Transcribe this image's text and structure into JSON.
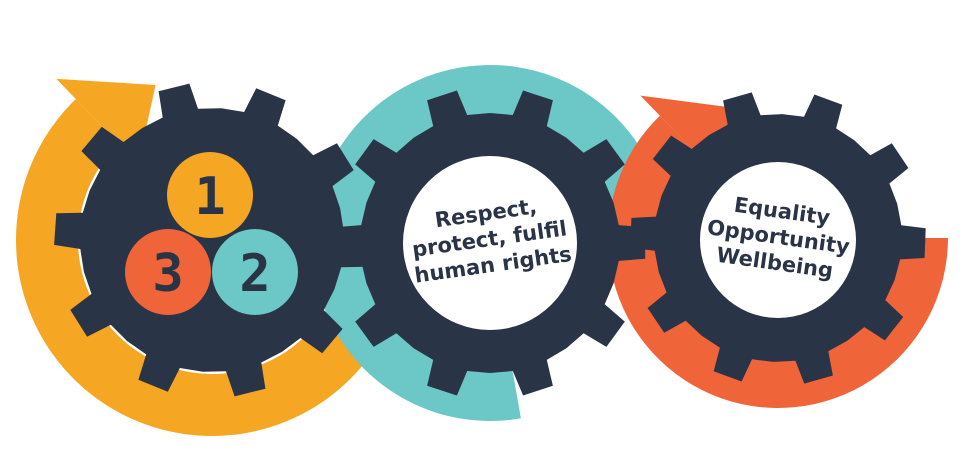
{
  "colors": {
    "gear": "#2a3447",
    "orange": "#f5a623",
    "teal": "#6cc7c7",
    "red": "#ef6438",
    "white": "#ffffff"
  },
  "gears": [
    {
      "name": "gear-left",
      "ring_color": "orange",
      "steps": [
        {
          "label": "1",
          "color": "orange"
        },
        {
          "label": "2",
          "color": "teal"
        },
        {
          "label": "3",
          "color": "red"
        }
      ]
    },
    {
      "name": "gear-middle",
      "ring_color": "teal",
      "lines": [
        "Respect,",
        "protect, fulfil",
        "human rights"
      ]
    },
    {
      "name": "gear-right",
      "ring_color": "red",
      "lines": [
        "Equality",
        "Opportunity",
        "Wellbeing"
      ]
    }
  ]
}
